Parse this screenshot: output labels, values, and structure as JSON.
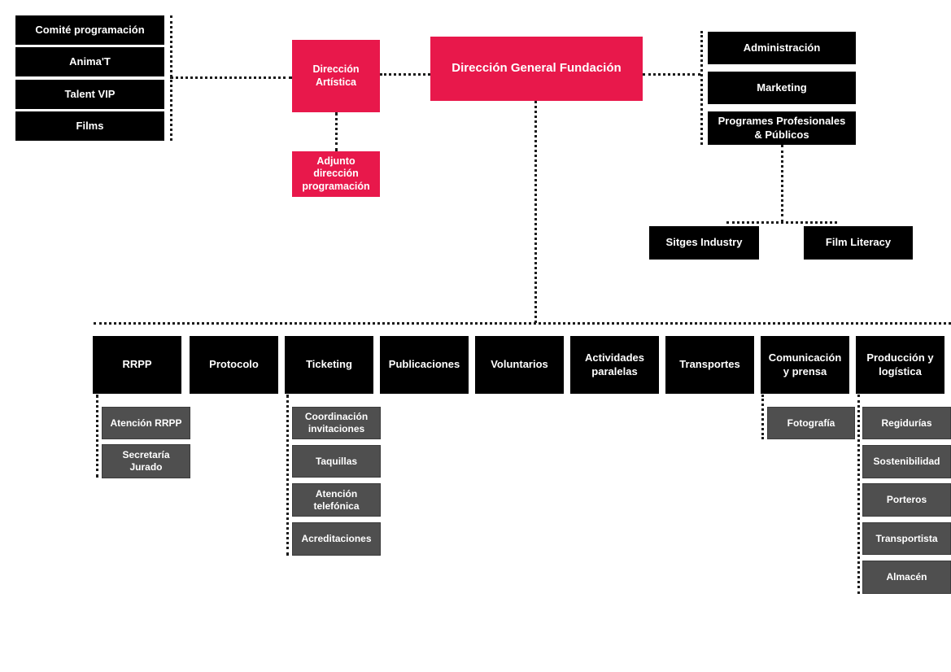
{
  "colors": {
    "primary": "#000000",
    "accent": "#e8184b",
    "secondary": "#4f4f4f"
  },
  "top": {
    "left_group": [
      "Comité programación",
      "Anima'T",
      "Talent VIP",
      "Films"
    ],
    "direccion_artistica": "Dirección\nArtística",
    "adjunto": "Adjunto\ndirección\nprogramación",
    "director_general": "Dirección General Fundación",
    "right_group": [
      "Administración",
      "Marketing",
      "Programes Profesionales\n& Públicos"
    ],
    "programs_children": [
      "Sitges Industry",
      "Film Literacy"
    ]
  },
  "departments": [
    {
      "label": "RRPP",
      "children": [
        "Atención RRPP",
        "Secretaría\nJurado"
      ]
    },
    {
      "label": "Protocolo",
      "children": []
    },
    {
      "label": "Ticketing",
      "children": [
        "Coordinación\ninvitaciones",
        "Taquillas",
        "Atención\ntelefónica",
        "Acreditaciones"
      ]
    },
    {
      "label": "Publicaciones",
      "children": []
    },
    {
      "label": "Voluntarios",
      "children": []
    },
    {
      "label": "Actividades\nparalelas",
      "children": []
    },
    {
      "label": "Transportes",
      "children": []
    },
    {
      "label": "Comunicación\ny prensa",
      "children": [
        "Fotografía"
      ]
    },
    {
      "label": "Producción y\nlogística",
      "children": [
        "Regidurías",
        "Sostenibilidad",
        "Porteros",
        "Transportista",
        "Almacén"
      ]
    }
  ]
}
